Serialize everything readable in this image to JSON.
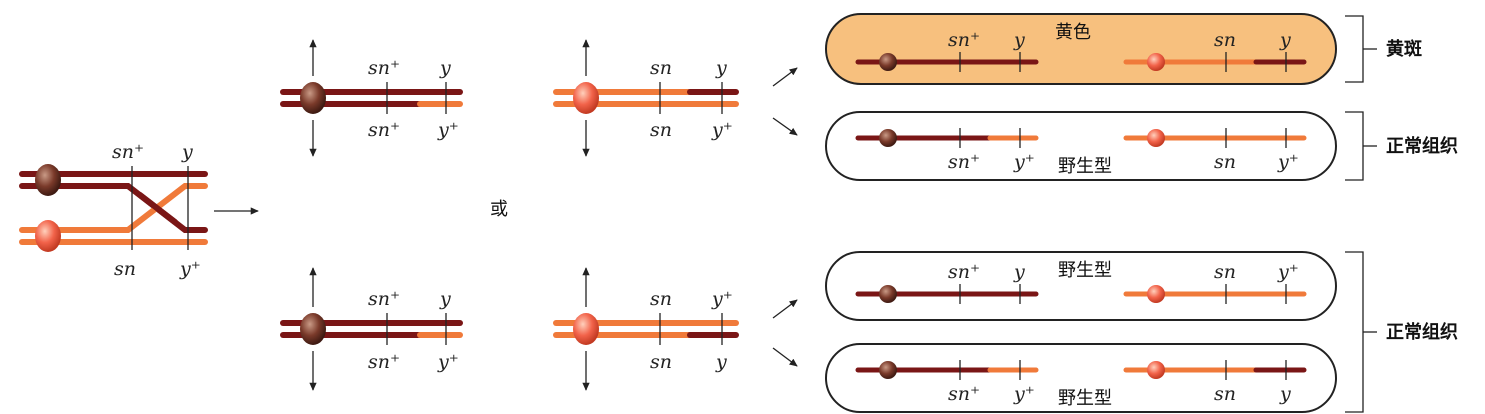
{
  "colors": {
    "dark_chromatid": "#7a1616",
    "light_chromatid": "#f07a3a",
    "yellow_cell_fill": "#f7c07e",
    "cell_stroke": "#222222",
    "dark_centromere": "#6a2d20",
    "light_centromere": "#f06a4a"
  },
  "alleles": {
    "sn_plus": "sn⁺",
    "sn": "sn",
    "y": "y",
    "y_plus": "y⁺"
  },
  "connector": {
    "or": "或"
  },
  "cell_labels": {
    "yellow": "黄色",
    "wild_type": "野生型"
  },
  "outcomes": {
    "yellow_spot": "黄斑",
    "normal_tissue": "正常组织"
  },
  "icons": [
    "arrow-icon",
    "centromere-icon"
  ]
}
